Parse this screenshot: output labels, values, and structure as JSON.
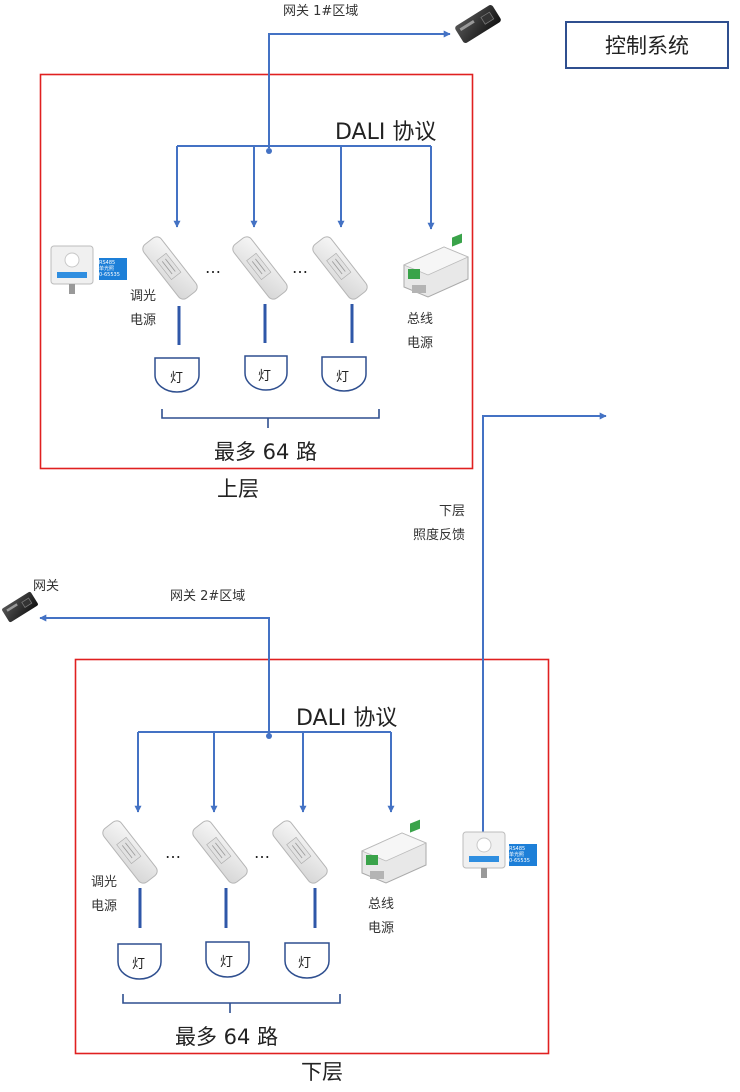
{
  "control_system": "控制系统",
  "upper": {
    "gateway_zone": "网关 1#区域",
    "protocol": "DALI 协议",
    "dimmer_label": [
      "调光",
      "电源"
    ],
    "bus_power_label": [
      "总线",
      "电源"
    ],
    "lamp": "灯",
    "ellipsis": "…",
    "max_routes": "最多 64 路",
    "layer": "上层"
  },
  "feedback": [
    "下层",
    "照度反馈"
  ],
  "lower": {
    "gateway": "网关",
    "gateway_zone": "网关 2#区域",
    "protocol": "DALI 协议",
    "dimmer_label": [
      "调光",
      "电源"
    ],
    "bus_power_label": [
      "总线",
      "电源"
    ],
    "lamp": "灯",
    "ellipsis": "…",
    "max_routes": "最多 64 路",
    "layer": "下层"
  },
  "sensor_label": [
    "RS485",
    "单光照",
    "0-65535"
  ],
  "colors": {
    "arrow": "#4472c4",
    "frame": "#e02020",
    "box": "#2f4f8f"
  }
}
